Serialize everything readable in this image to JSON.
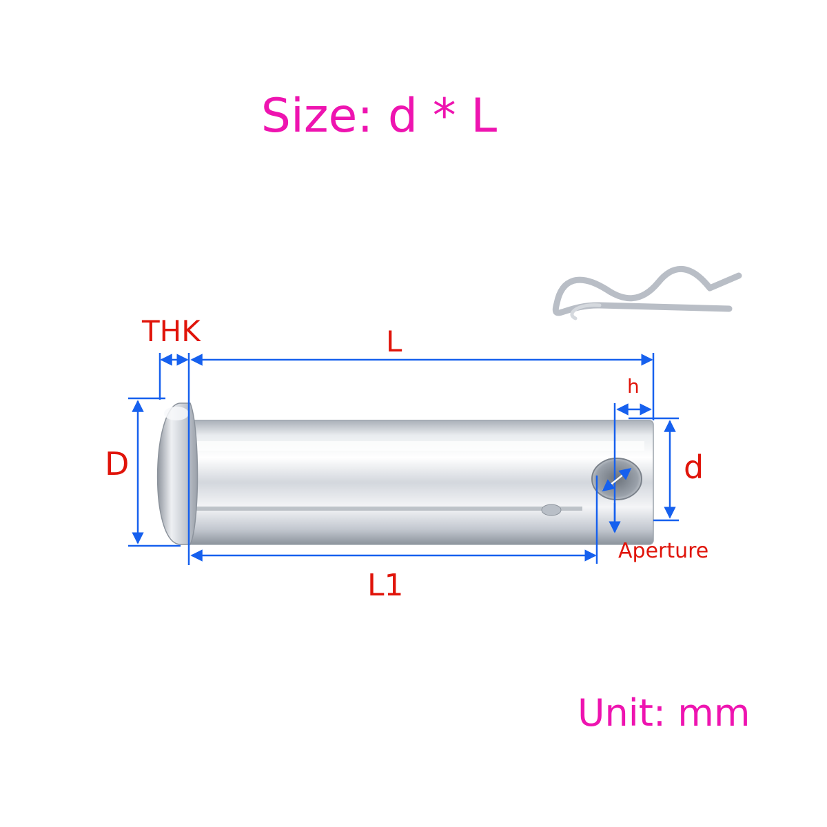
{
  "title": "Size: d * L",
  "unit": "Unit: mm",
  "labels": {
    "thk": "THK",
    "L": "L",
    "h": "h",
    "D": "D",
    "d": "d",
    "aperture": "Aperture",
    "L1": "L1"
  },
  "colors": {
    "title": "#ee14b0",
    "label": "#e0140a",
    "dimension_line": "#1660ee",
    "pin_light": "#f2f4f7",
    "pin_mid": "#c9ced6",
    "pin_dark": "#7d8590",
    "clip": "#b9bec6"
  },
  "icons": {
    "pin": "clevis-pin-icon",
    "clip": "r-clip-icon"
  }
}
